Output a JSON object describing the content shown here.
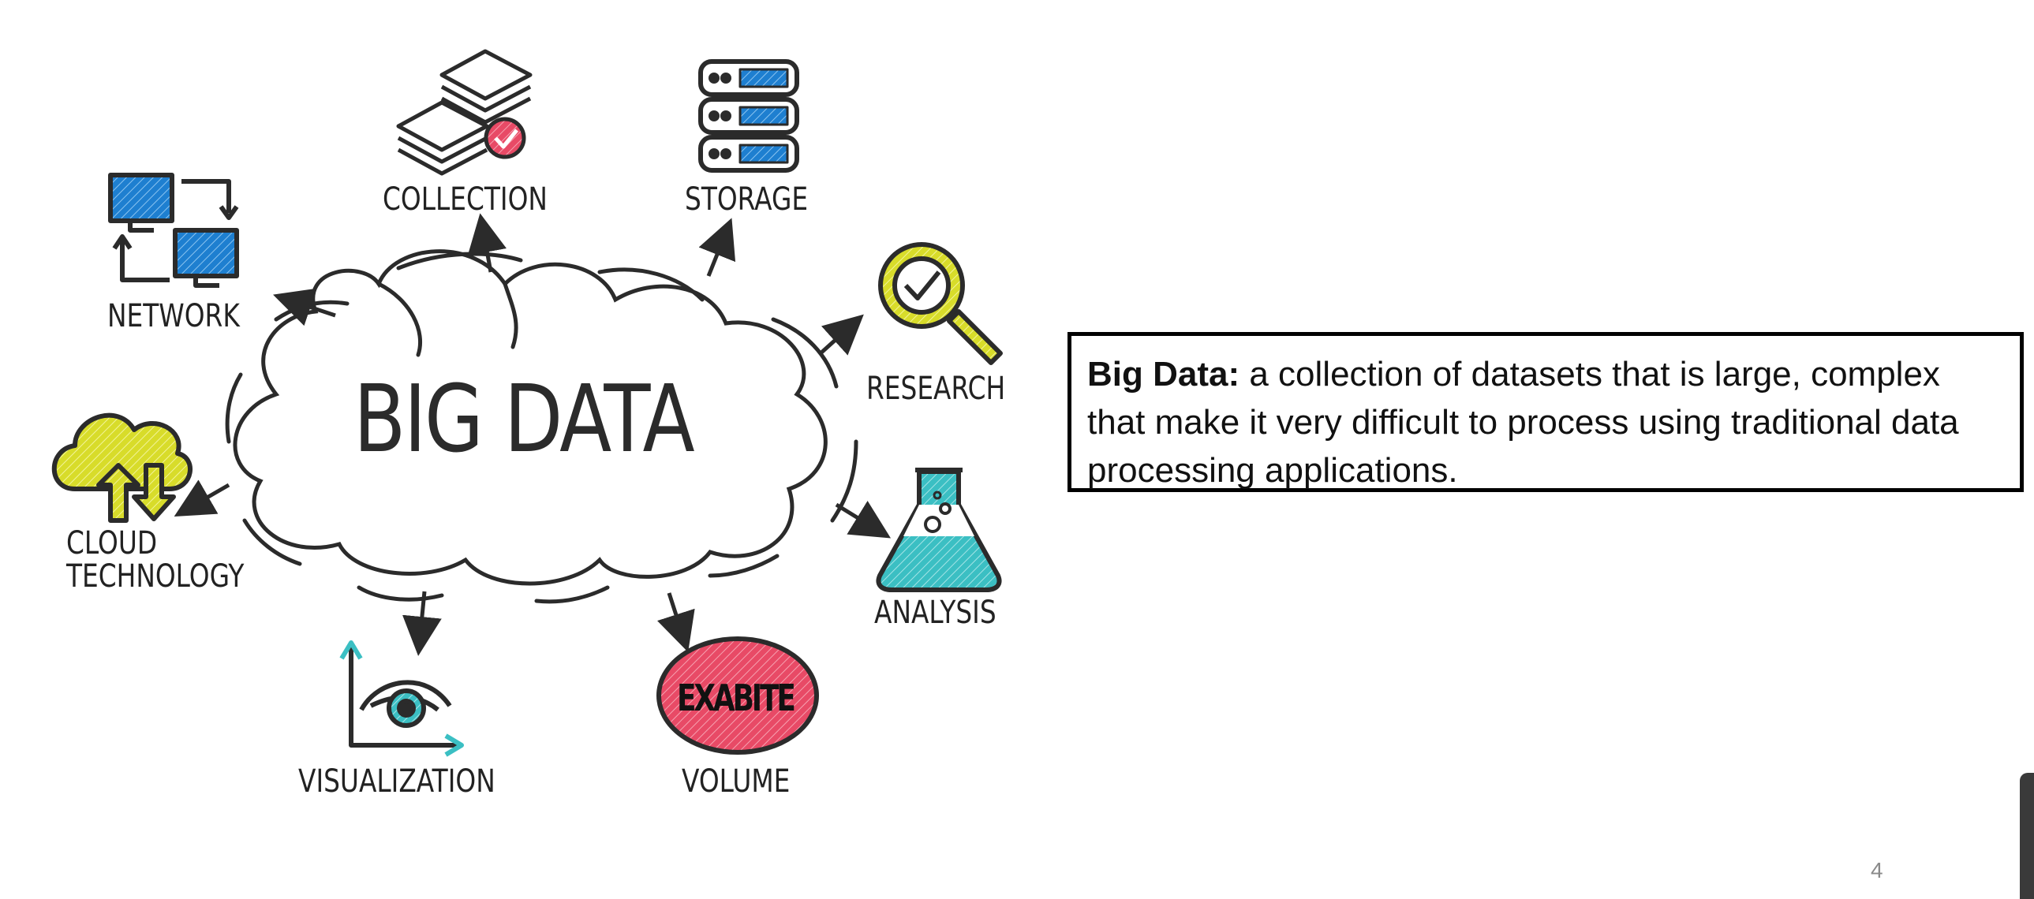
{
  "diagram": {
    "center_title": "BIG DATA",
    "nodes": {
      "collection": "COLLECTION",
      "storage": "STORAGE",
      "network": "NETWORK",
      "research": "RESEARCH",
      "cloud_line1": "CLOUD",
      "cloud_line2": "TECHNOLOGY",
      "analysis": "ANALYSIS",
      "visualization": "VISUALIZATION",
      "volume": "VOLUME"
    },
    "volume_badge_text": "EXABITE",
    "icons": {
      "collection": "stacked-layers-icon",
      "storage": "server-stack-icon",
      "network": "network-monitors-icon",
      "research": "magnifier-check-icon",
      "cloud": "cloud-sync-icon",
      "analysis": "flask-icon",
      "visualization": "eye-chart-icon",
      "volume": "exabite-badge-icon"
    },
    "colors": {
      "outline": "#2b2b2b",
      "blue": "#1e7fd0",
      "yellow": "#d8dc2a",
      "teal": "#3bbfc3",
      "pink": "#e84a66"
    }
  },
  "definition": {
    "term": "Big Data:",
    "text": " a collection of datasets that is large, complex that make it very difficult to process using traditional data processing applications."
  },
  "footer": {
    "page_number": "4"
  }
}
